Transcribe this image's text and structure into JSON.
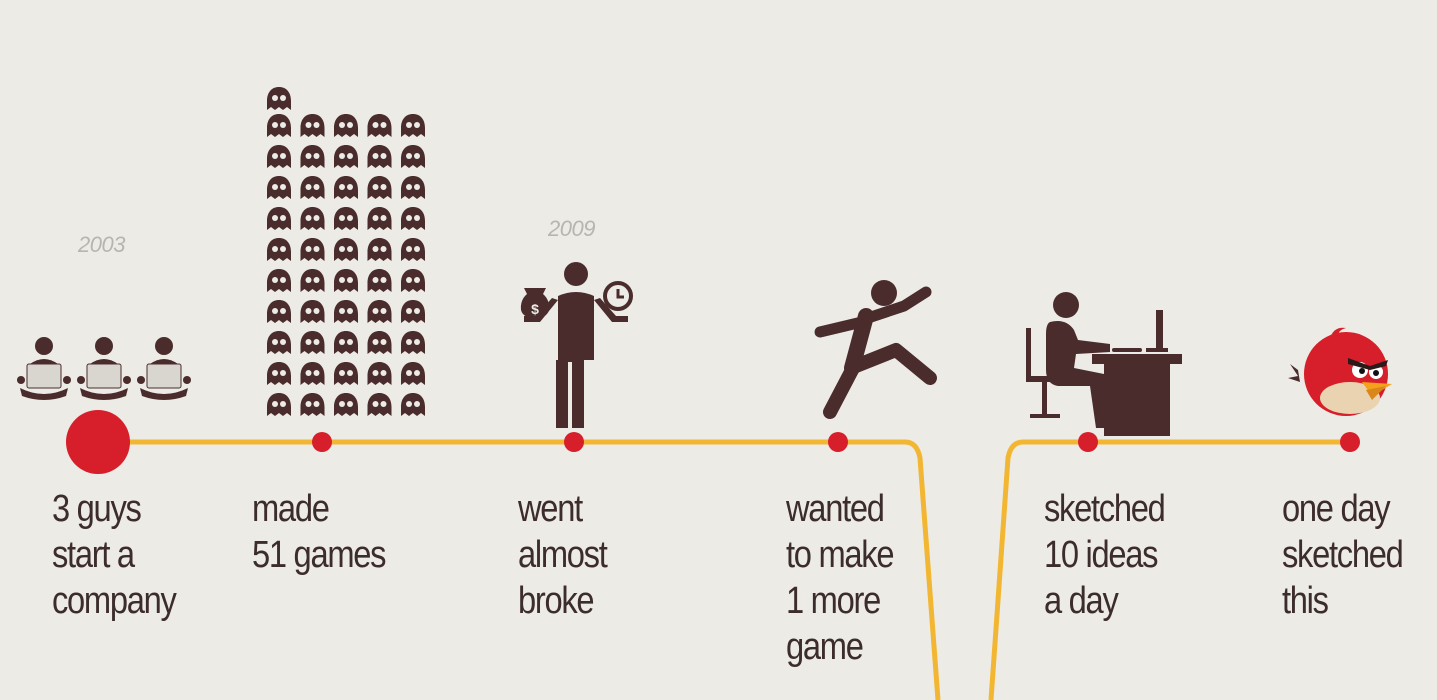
{
  "colors": {
    "background": "#ecebe6",
    "timeline": "#f2b632",
    "dot": "#d71e2b",
    "figure": "#4a2c2c",
    "text": "#3c2c2c",
    "year": "#b8b5ae"
  },
  "milestones": [
    {
      "year": "2003",
      "icon": "three-people-laptops-icon",
      "lines": [
        "3 guys",
        "start a",
        "company"
      ]
    },
    {
      "year": "",
      "icon": "ghost-stack-icon",
      "games_count": 51,
      "lines": [
        "made",
        "51 games"
      ]
    },
    {
      "year": "2009",
      "icon": "man-money-clock-icon",
      "lines": [
        "went",
        "almost",
        "broke"
      ]
    },
    {
      "year": "",
      "icon": "running-man-icon",
      "lines": [
        "wanted",
        "to make",
        "1 more",
        "game"
      ]
    },
    {
      "year": "",
      "icon": "man-at-desk-icon",
      "lines": [
        "sketched",
        "10 ideas",
        "a day"
      ]
    },
    {
      "year": "",
      "icon": "red-bird-icon",
      "lines": [
        "one day",
        "sketched",
        "this"
      ]
    }
  ]
}
